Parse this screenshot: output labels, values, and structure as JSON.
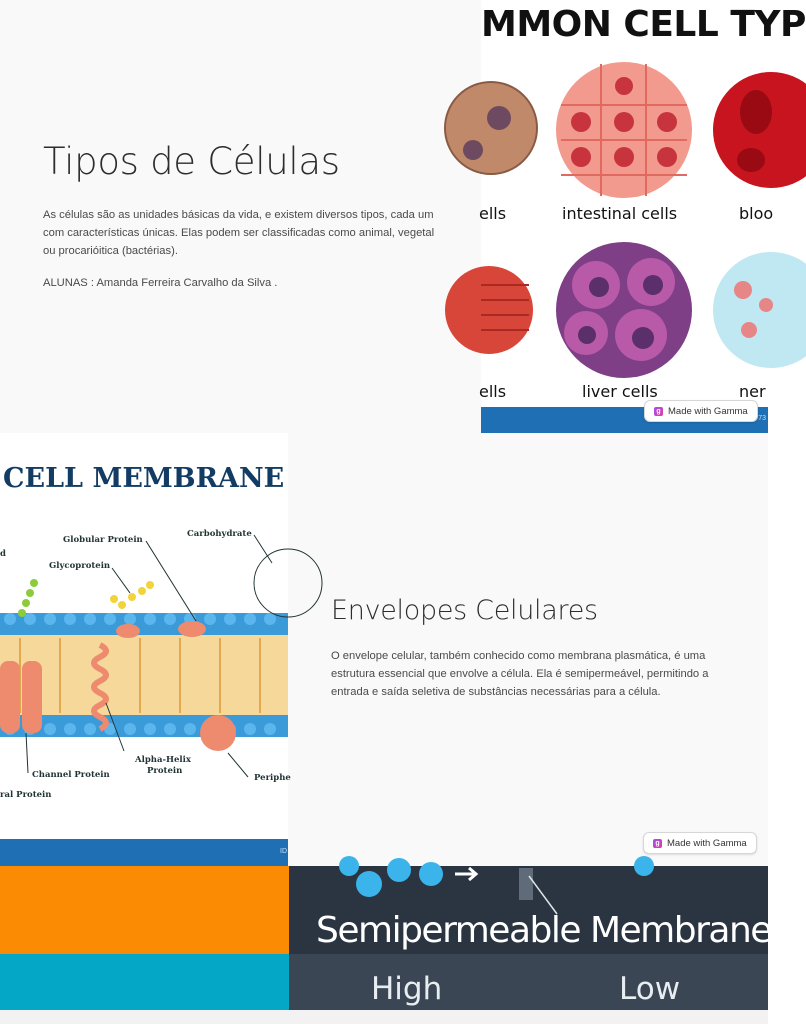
{
  "slide1": {
    "title": "Tipos de Células",
    "body": "As células são as unidades básicas da vida, e existem diversos tipos, cada um com características únicas. Elas podem ser classificadas como animal, vegetal ou procarióitica (bactérias).",
    "authors": "ALUNAS : Amanda Ferreira Carvalho da Silva .",
    "image": {
      "header": "MMON CELL TYP",
      "labels": [
        "ells",
        "intestinal cells",
        "bloo",
        "ells",
        "liver cells",
        "ner"
      ],
      "id_text": "ID 73"
    },
    "badge": "Made with Gamma"
  },
  "slide2": {
    "title": "Envelopes Celulares",
    "body": "O envelope celular, também conhecido como membrana plasmática, é uma estrutura essencial que envolve a célula. Ela é semipermeável, permitindo a entrada e saída seletiva de substâncias necessárias para a célula.",
    "image": {
      "title": "CELL MEMBRANE",
      "labels": {
        "d": "d",
        "globular_protein": "Globular Protein",
        "carbohydrate": "Carbohydrate",
        "glycoprotein": "Glycoprotein",
        "alpha_helix": "Alpha-Helix",
        "protein": "Protein",
        "channel_protein": "Channel Protein",
        "peripheral": "Periphe",
        "integral_protein": "ral Protein"
      },
      "id_text": "ID"
    },
    "badge": "Made with Gamma"
  },
  "slide3": {
    "title": "Semipermeable Membrane",
    "high": "High",
    "low": "Low"
  },
  "colors": {
    "orange": "#fb8b03",
    "teal": "#04a7c5",
    "dark": "#2b3541",
    "bar_blue": "#1f6fb4"
  }
}
